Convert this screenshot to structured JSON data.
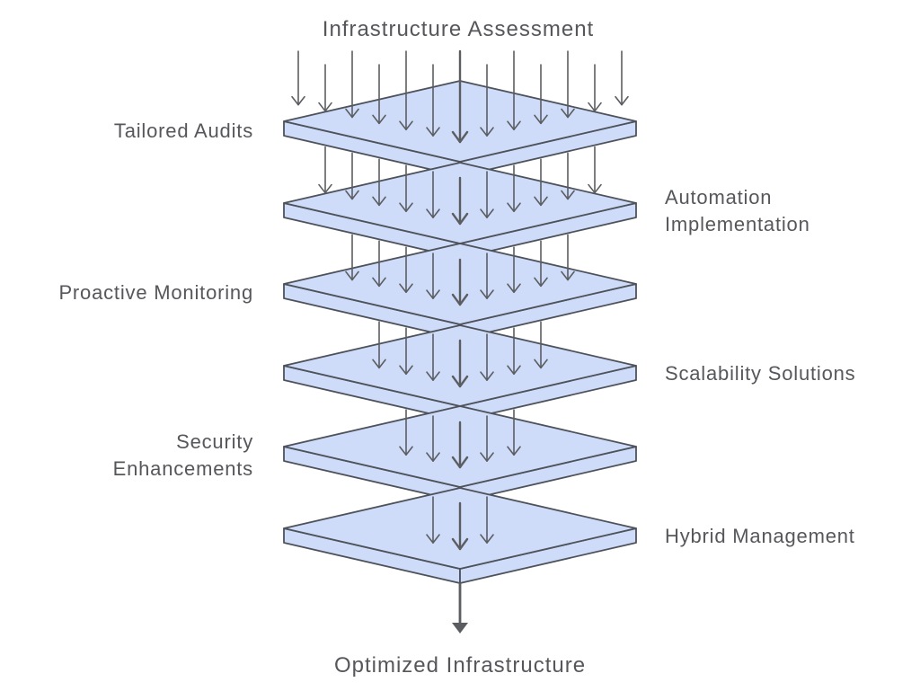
{
  "diagram": {
    "title": "Infrastructure Assessment",
    "footer": "Optimized Infrastructure",
    "layers": [
      {
        "label": "Tailored Audits",
        "side": "left"
      },
      {
        "label": "Automation\nImplementation",
        "side": "right"
      },
      {
        "label": "Proactive Monitoring",
        "side": "left"
      },
      {
        "label": "Scalability Solutions",
        "side": "right"
      },
      {
        "label": "Security\nEnhancements",
        "side": "left"
      },
      {
        "label": "Hybrid Management",
        "side": "right"
      }
    ],
    "arrows_per_gap": [
      13,
      11,
      9,
      7,
      5,
      3,
      1
    ],
    "colors": {
      "plate_fill": "#cedcf9",
      "plate_stroke": "#4e525a",
      "arrow": "#5b5d61",
      "text": "#56575b",
      "background": "#ffffff"
    }
  }
}
